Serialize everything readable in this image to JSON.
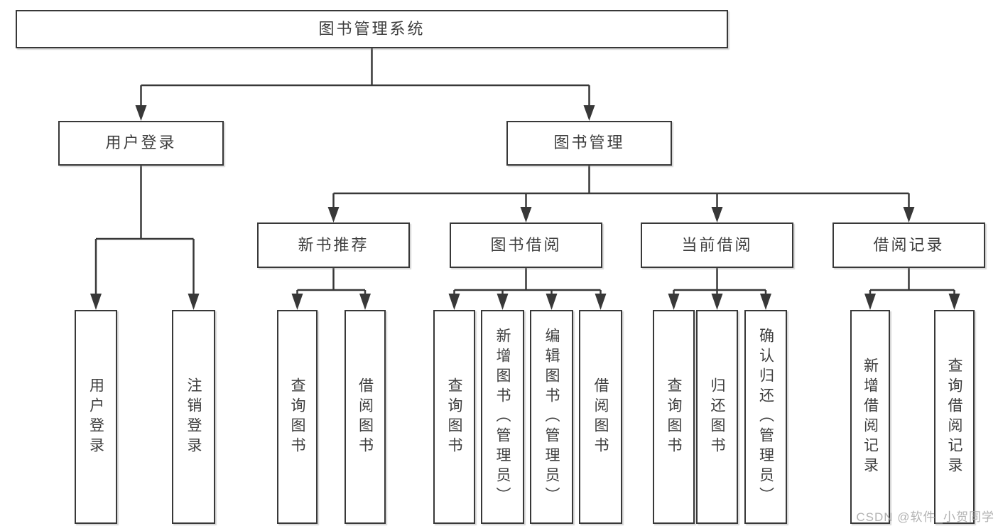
{
  "colors": {
    "line": "#383838",
    "box_border": "#383838",
    "text": "#3e3e3e",
    "background": "#ffffff",
    "watermark": "#aaaaaa"
  },
  "diagram": {
    "root": {
      "label": "图书管理系统"
    },
    "branches": [
      {
        "label": "用户登录",
        "children": [
          "用户登录",
          "注销登录"
        ]
      },
      {
        "label": "图书管理",
        "sections": [
          {
            "label": "新书推荐",
            "children": [
              "查询图书",
              "借阅图书"
            ]
          },
          {
            "label": "图书借阅",
            "children": [
              "查询图书",
              "新增图书（管理员）",
              "编辑图书（管理员）",
              "借阅图书"
            ]
          },
          {
            "label": "当前借阅",
            "children": [
              "查询图书",
              "归还图书",
              "确认归还（管理员）"
            ]
          },
          {
            "label": "借阅记录",
            "children": [
              "新增借阅记录",
              "查询借阅记录"
            ]
          }
        ]
      }
    ],
    "watermark": "CSDN @软件_小贺同学"
  }
}
